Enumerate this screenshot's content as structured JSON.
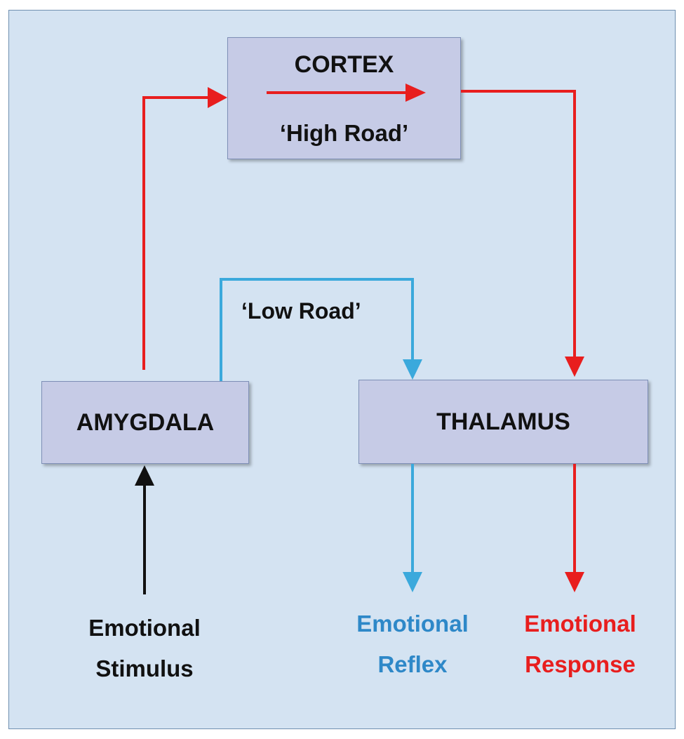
{
  "nodes": {
    "cortex": {
      "label": "CORTEX",
      "sublabel": "‘High Road’"
    },
    "amygdala": {
      "label": "AMYGDALA"
    },
    "thalamus": {
      "label": "THALAMUS"
    }
  },
  "paths": {
    "low_road": {
      "label": "‘Low Road’",
      "color": "#3ba9dc"
    },
    "high_road": {
      "color": "#e81e1e"
    }
  },
  "outputs": {
    "stimulus": {
      "line1": "Emotional",
      "line2": "Stimulus",
      "color": "#111111"
    },
    "reflex": {
      "line1": "Emotional",
      "line2": "Reflex",
      "color": "#2e88c8"
    },
    "response": {
      "line1": "Emotional",
      "line2": "Response",
      "color": "#e81e1e"
    }
  }
}
